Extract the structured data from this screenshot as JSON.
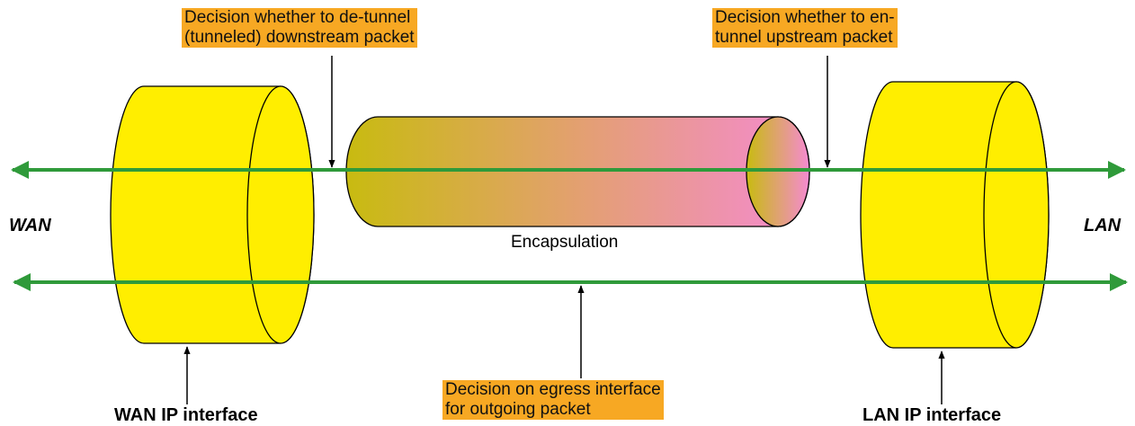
{
  "labels": {
    "wan": "WAN",
    "lan": "LAN",
    "encapsulation": "Encapsulation",
    "wan_interface": "WAN IP interface",
    "lan_interface": "LAN IP interface"
  },
  "callouts": {
    "detunnel": {
      "line1": "Decision whether to de-tunnel",
      "line2": "(tunneled) downstream packet"
    },
    "entunnel": {
      "line1": "Decision whether to en-",
      "line2": "tunnel upstream packet"
    },
    "egress": {
      "line1": "Decision on egress interface",
      "line2": "for outgoing packet"
    }
  },
  "colors": {
    "interface_fill": "#ffee00",
    "flow_line": "#2f9a3a",
    "callout_bg": "#f7a823",
    "tunnel_left": "#c8bb10",
    "tunnel_right": "#f58ad2"
  }
}
